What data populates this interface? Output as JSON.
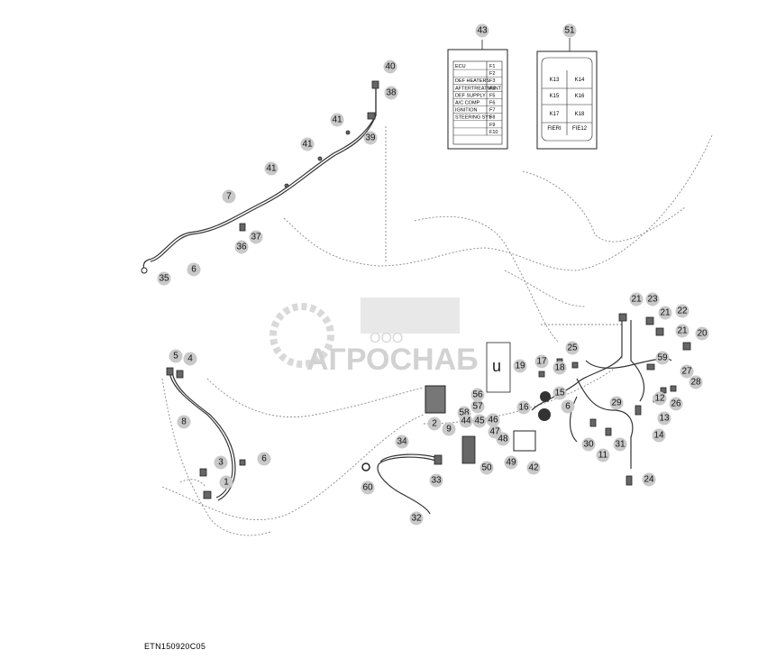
{
  "figure_id": "ETN150920C05",
  "watermark": {
    "company_prefix": "ООО",
    "company_name": "АГРОСНАБ"
  },
  "fuse_panel": {
    "callout": "43",
    "rows": [
      {
        "label": "ECU",
        "fuse": "F1"
      },
      {
        "label": "",
        "fuse": "F2"
      },
      {
        "label": "DEF HEATERS",
        "fuse": "F3"
      },
      {
        "label": "AFTERTREATMENT",
        "fuse": "F4"
      },
      {
        "label": "DEF SUPPLY",
        "fuse": "F5"
      },
      {
        "label": "A/C COMP",
        "fuse": "F6"
      },
      {
        "label": "IGNITION",
        "fuse": "F7"
      },
      {
        "label": "STEERING SYS",
        "fuse": "F8"
      },
      {
        "label": "",
        "fuse": "F9"
      },
      {
        "label": "",
        "fuse": "F10"
      }
    ]
  },
  "relay_panel": {
    "callout": "51",
    "cells": [
      "K13",
      "K14",
      "K15",
      "K16",
      "K17",
      "K18",
      "FIERI",
      "FIE12"
    ]
  },
  "callouts": [
    {
      "id": "c43",
      "label": "43"
    },
    {
      "id": "c51",
      "label": "51"
    },
    {
      "id": "c40",
      "label": "40"
    },
    {
      "id": "c38",
      "label": "38"
    },
    {
      "id": "c39",
      "label": "39"
    },
    {
      "id": "c41a",
      "label": "41"
    },
    {
      "id": "c41b",
      "label": "41"
    },
    {
      "id": "c41c",
      "label": "41"
    },
    {
      "id": "c7",
      "label": "7"
    },
    {
      "id": "c36",
      "label": "36"
    },
    {
      "id": "c37",
      "label": "37"
    },
    {
      "id": "c6a",
      "label": "6"
    },
    {
      "id": "c35",
      "label": "35"
    },
    {
      "id": "c5",
      "label": "5"
    },
    {
      "id": "c4",
      "label": "4"
    },
    {
      "id": "c8",
      "label": "8"
    },
    {
      "id": "c3",
      "label": "3"
    },
    {
      "id": "c6b",
      "label": "6"
    },
    {
      "id": "c1",
      "label": "1"
    },
    {
      "id": "c21a",
      "label": "21"
    },
    {
      "id": "c23",
      "label": "23"
    },
    {
      "id": "c21b",
      "label": "21"
    },
    {
      "id": "c22",
      "label": "22"
    },
    {
      "id": "c21c",
      "label": "21"
    },
    {
      "id": "c20",
      "label": "20"
    },
    {
      "id": "c25",
      "label": "25"
    },
    {
      "id": "c19",
      "label": "19"
    },
    {
      "id": "c17",
      "label": "17"
    },
    {
      "id": "c18",
      "label": "18"
    },
    {
      "id": "c59",
      "label": "59"
    },
    {
      "id": "c27",
      "label": "27"
    },
    {
      "id": "c28",
      "label": "28"
    },
    {
      "id": "c15",
      "label": "15"
    },
    {
      "id": "c56",
      "label": "56"
    },
    {
      "id": "c57",
      "label": "57"
    },
    {
      "id": "c58",
      "label": "58"
    },
    {
      "id": "c29",
      "label": "29"
    },
    {
      "id": "c12",
      "label": "12"
    },
    {
      "id": "c26",
      "label": "26"
    },
    {
      "id": "c16",
      "label": "16"
    },
    {
      "id": "c6c",
      "label": "6"
    },
    {
      "id": "c13",
      "label": "13"
    },
    {
      "id": "c2",
      "label": "2"
    },
    {
      "id": "c44",
      "label": "44"
    },
    {
      "id": "c45",
      "label": "45"
    },
    {
      "id": "c46",
      "label": "46"
    },
    {
      "id": "c47",
      "label": "47"
    },
    {
      "id": "c9",
      "label": "9"
    },
    {
      "id": "c48",
      "label": "48"
    },
    {
      "id": "c14",
      "label": "14"
    },
    {
      "id": "c30",
      "label": "30"
    },
    {
      "id": "c31",
      "label": "31"
    },
    {
      "id": "c34",
      "label": "34"
    },
    {
      "id": "c11",
      "label": "11"
    },
    {
      "id": "c50",
      "label": "50"
    },
    {
      "id": "c49",
      "label": "49"
    },
    {
      "id": "c42",
      "label": "42"
    },
    {
      "id": "c33",
      "label": "33"
    },
    {
      "id": "c24",
      "label": "24"
    },
    {
      "id": "c60",
      "label": "60"
    },
    {
      "id": "c32",
      "label": "32"
    }
  ]
}
